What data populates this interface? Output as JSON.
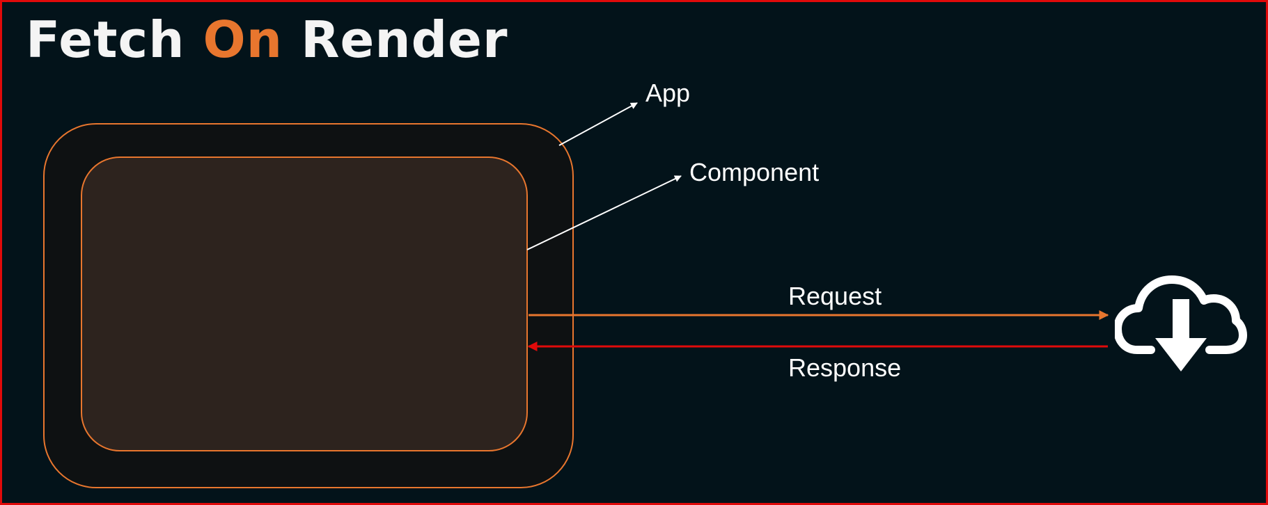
{
  "title": {
    "part1": "Fetch ",
    "accent": "On",
    "part2": " Render"
  },
  "labels": {
    "app": "App",
    "component": "Component",
    "request": "Request",
    "response": "Response"
  },
  "icons": {
    "server": "cloud-download-icon"
  },
  "colors": {
    "background": "#03131a",
    "frame_border": "#e00a0a",
    "box_stroke": "#e8762e",
    "app_fill": "#0e1112",
    "component_fill": "#2d231e",
    "request_arrow": "#e8762e",
    "response_arrow": "#e00a0a",
    "pointer_lines": "#ffffff",
    "title_accent": "#e8762e"
  }
}
